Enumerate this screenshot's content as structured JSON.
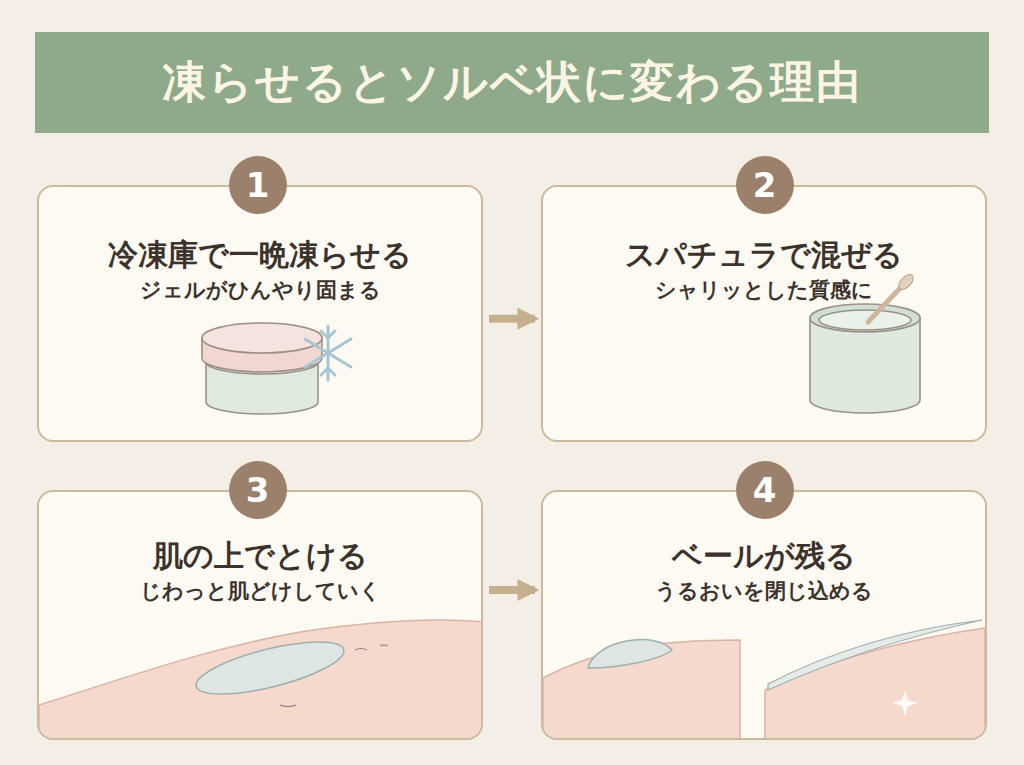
{
  "diagram": {
    "title": "凍らせるとソルベ状に変わる理由",
    "nodes": [
      {
        "text": [
          "冷凍庫で一晩凍らせる",
          "ジェルがひんやり固まる"
        ]
      },
      {
        "text": [
          "1"
        ],
        "in": 0
      },
      {
        "text": [
          "スパチュラで混ぜる",
          "シャリッとした質感に"
        ]
      },
      {
        "text": [
          "2"
        ],
        "in": 2
      },
      {
        "text": [
          "肌の上でとける",
          "じわっと肌どけしていく"
        ]
      },
      {
        "text": [
          "3"
        ],
        "in": 4
      },
      {
        "text": [
          "ベールが残る",
          "うるおいを閉じ込める"
        ]
      },
      {
        "text": [
          "4"
        ],
        "in": 6
      }
    ],
    "edges": [
      {
        "from": 0,
        "to": 2,
        "arrow": "to"
      },
      {
        "from": 4,
        "to": 6,
        "arrow": "to"
      }
    ]
  }
}
